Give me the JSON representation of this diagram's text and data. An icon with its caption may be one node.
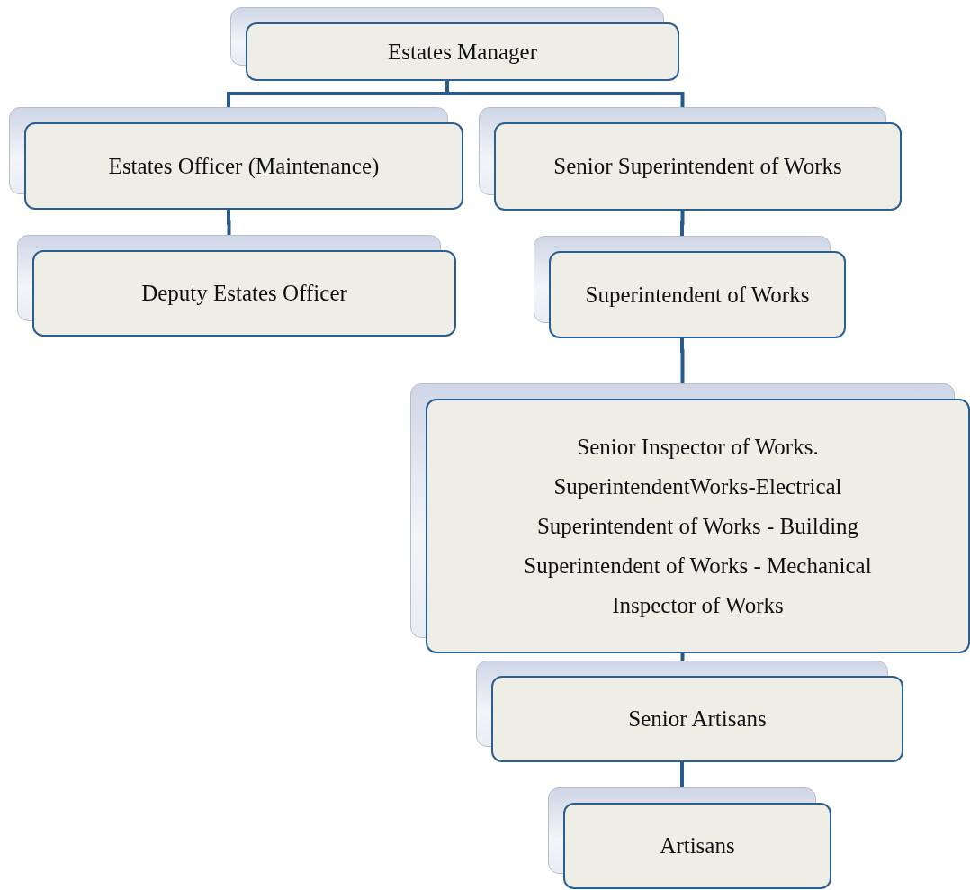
{
  "diagram": {
    "nodes": [
      {
        "text": [
          "Estates Manager"
        ]
      },
      {
        "text": [
          "Estates Officer (Maintenance)"
        ]
      },
      {
        "text": [
          "Senior Superintendent of Works"
        ]
      },
      {
        "text": [
          "Deputy Estates Officer"
        ]
      },
      {
        "text": [
          "Superintendent of Works"
        ]
      },
      {
        "text": [
          "Senior Inspector of Works.",
          "SuperintendentWorks-Electrical",
          "Superintendent of Works - Building",
          "Superintendent of Works - Mechanical",
          "Inspector of Works"
        ]
      },
      {
        "text": [
          "Senior Artisans"
        ]
      },
      {
        "text": [
          "Artisans"
        ]
      }
    ],
    "edges": [
      {
        "from": 0,
        "to": 1,
        "arrow": "none"
      },
      {
        "from": 0,
        "to": 2,
        "arrow": "none"
      },
      {
        "from": 1,
        "to": 3,
        "arrow": "none"
      },
      {
        "from": 2,
        "to": 4,
        "arrow": "none"
      },
      {
        "from": 4,
        "to": 5,
        "arrow": "none"
      },
      {
        "from": 5,
        "to": 6,
        "arrow": "none"
      },
      {
        "from": 6,
        "to": 7,
        "arrow": "none"
      }
    ]
  }
}
